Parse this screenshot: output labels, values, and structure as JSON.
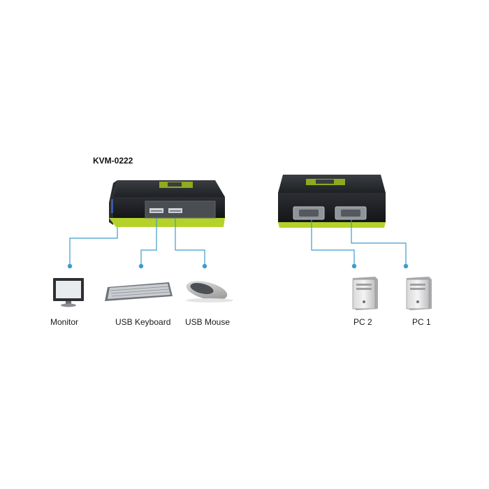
{
  "model": "KVM-0222",
  "device_labels": {
    "monitor": "Monitor",
    "keyboard": "USB Keyboard",
    "mouse": "USB Mouse",
    "pc2": "PC 2",
    "pc1": "PC 1"
  },
  "colors": {
    "connector_line": "#3d9ccc",
    "device_body": "#26282c",
    "accent_green": "#b5d22a"
  }
}
